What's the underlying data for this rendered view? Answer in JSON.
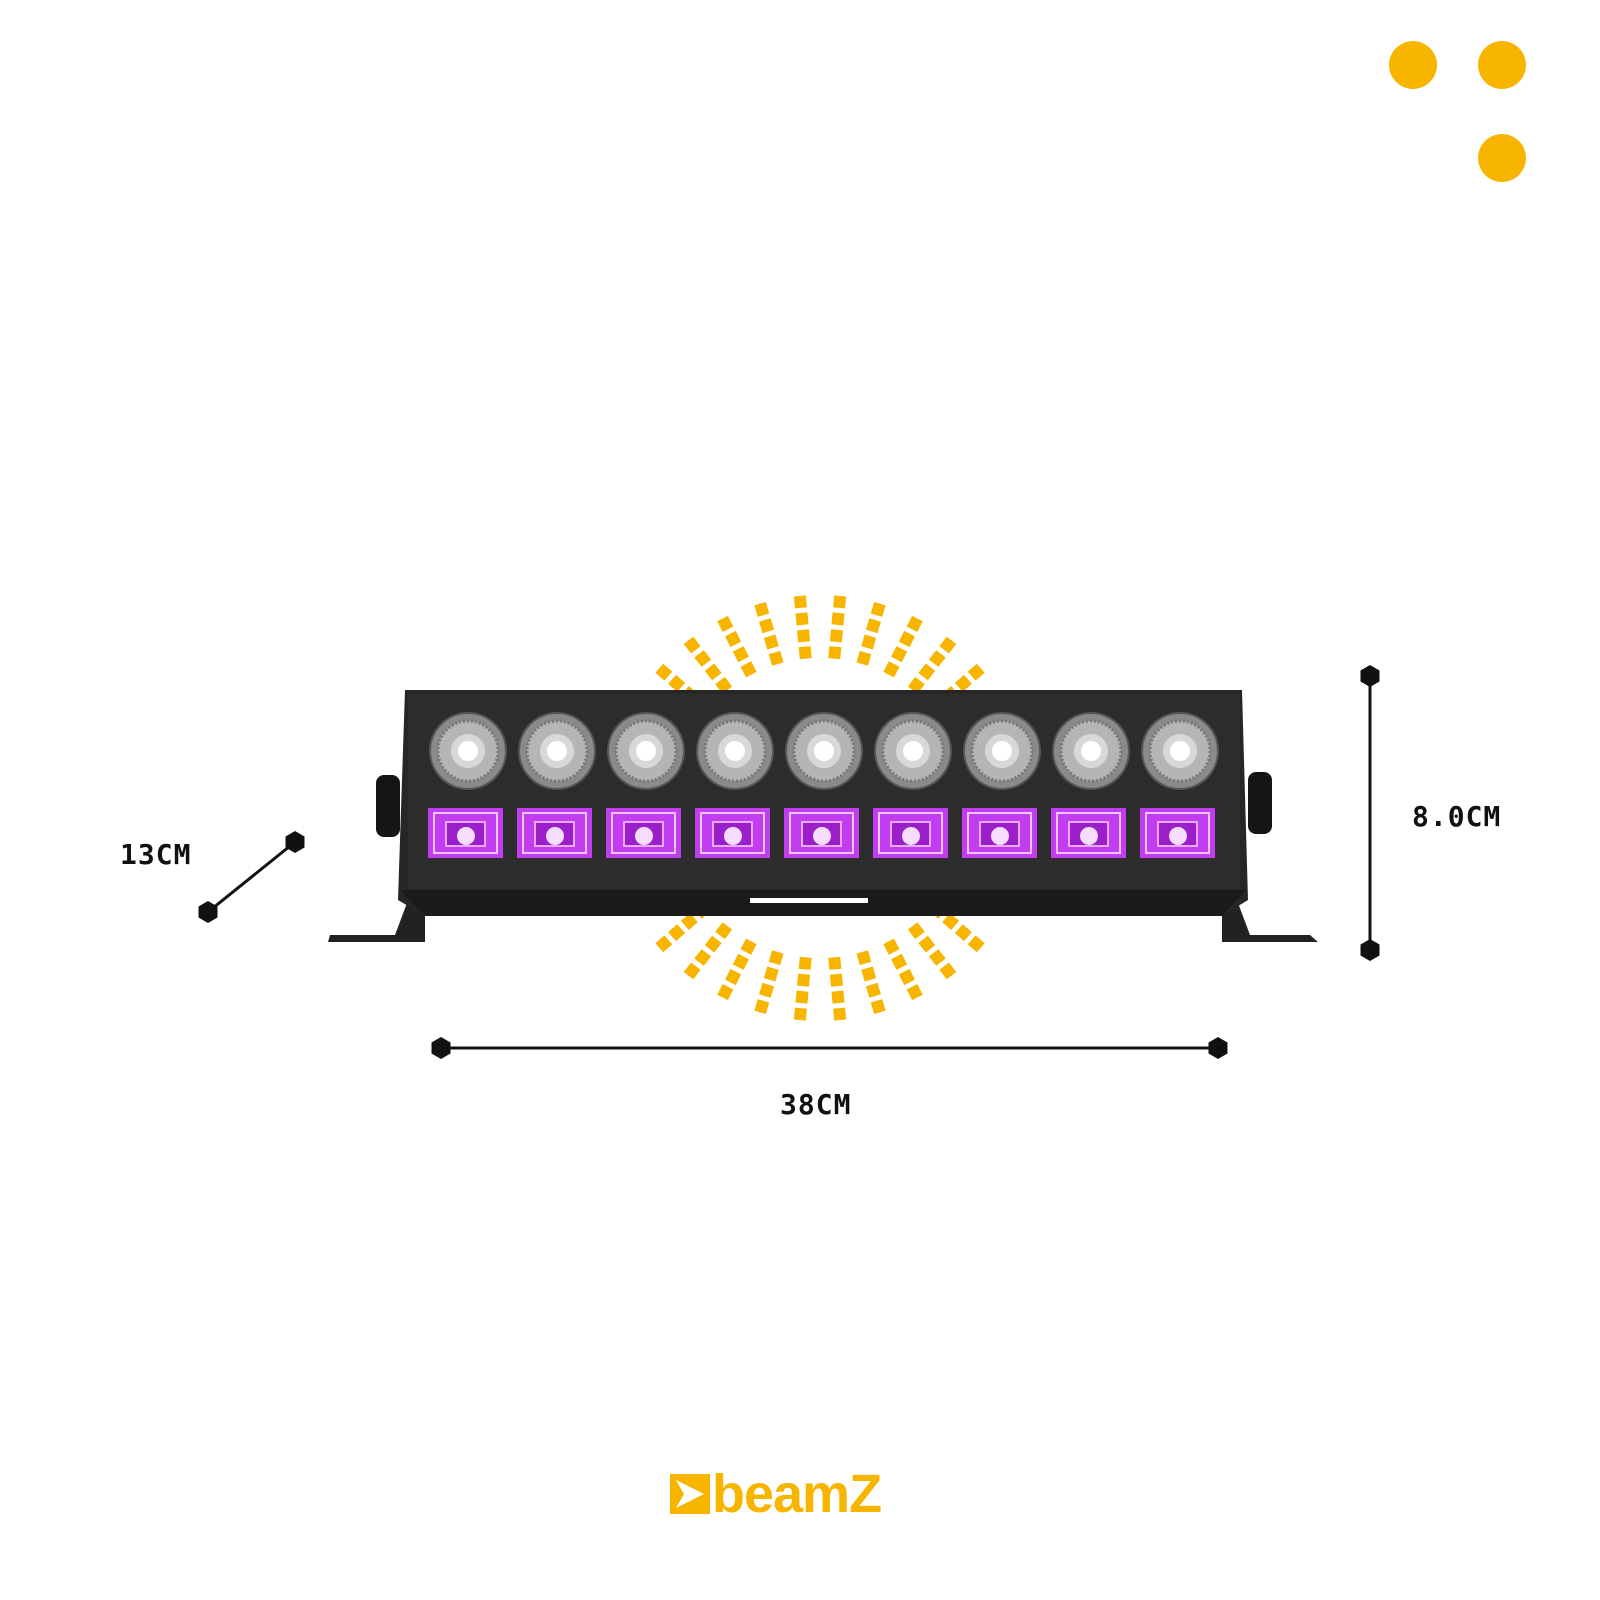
{
  "brand": {
    "logo_text": "beamZ",
    "accent_color": "#f7b500"
  },
  "dimensions": {
    "depth": "13CM",
    "height": "8.0CM",
    "width": "38CM"
  },
  "product": {
    "white_leds": 9,
    "uv_leds": 9,
    "uv_color": "#c23cf0"
  }
}
